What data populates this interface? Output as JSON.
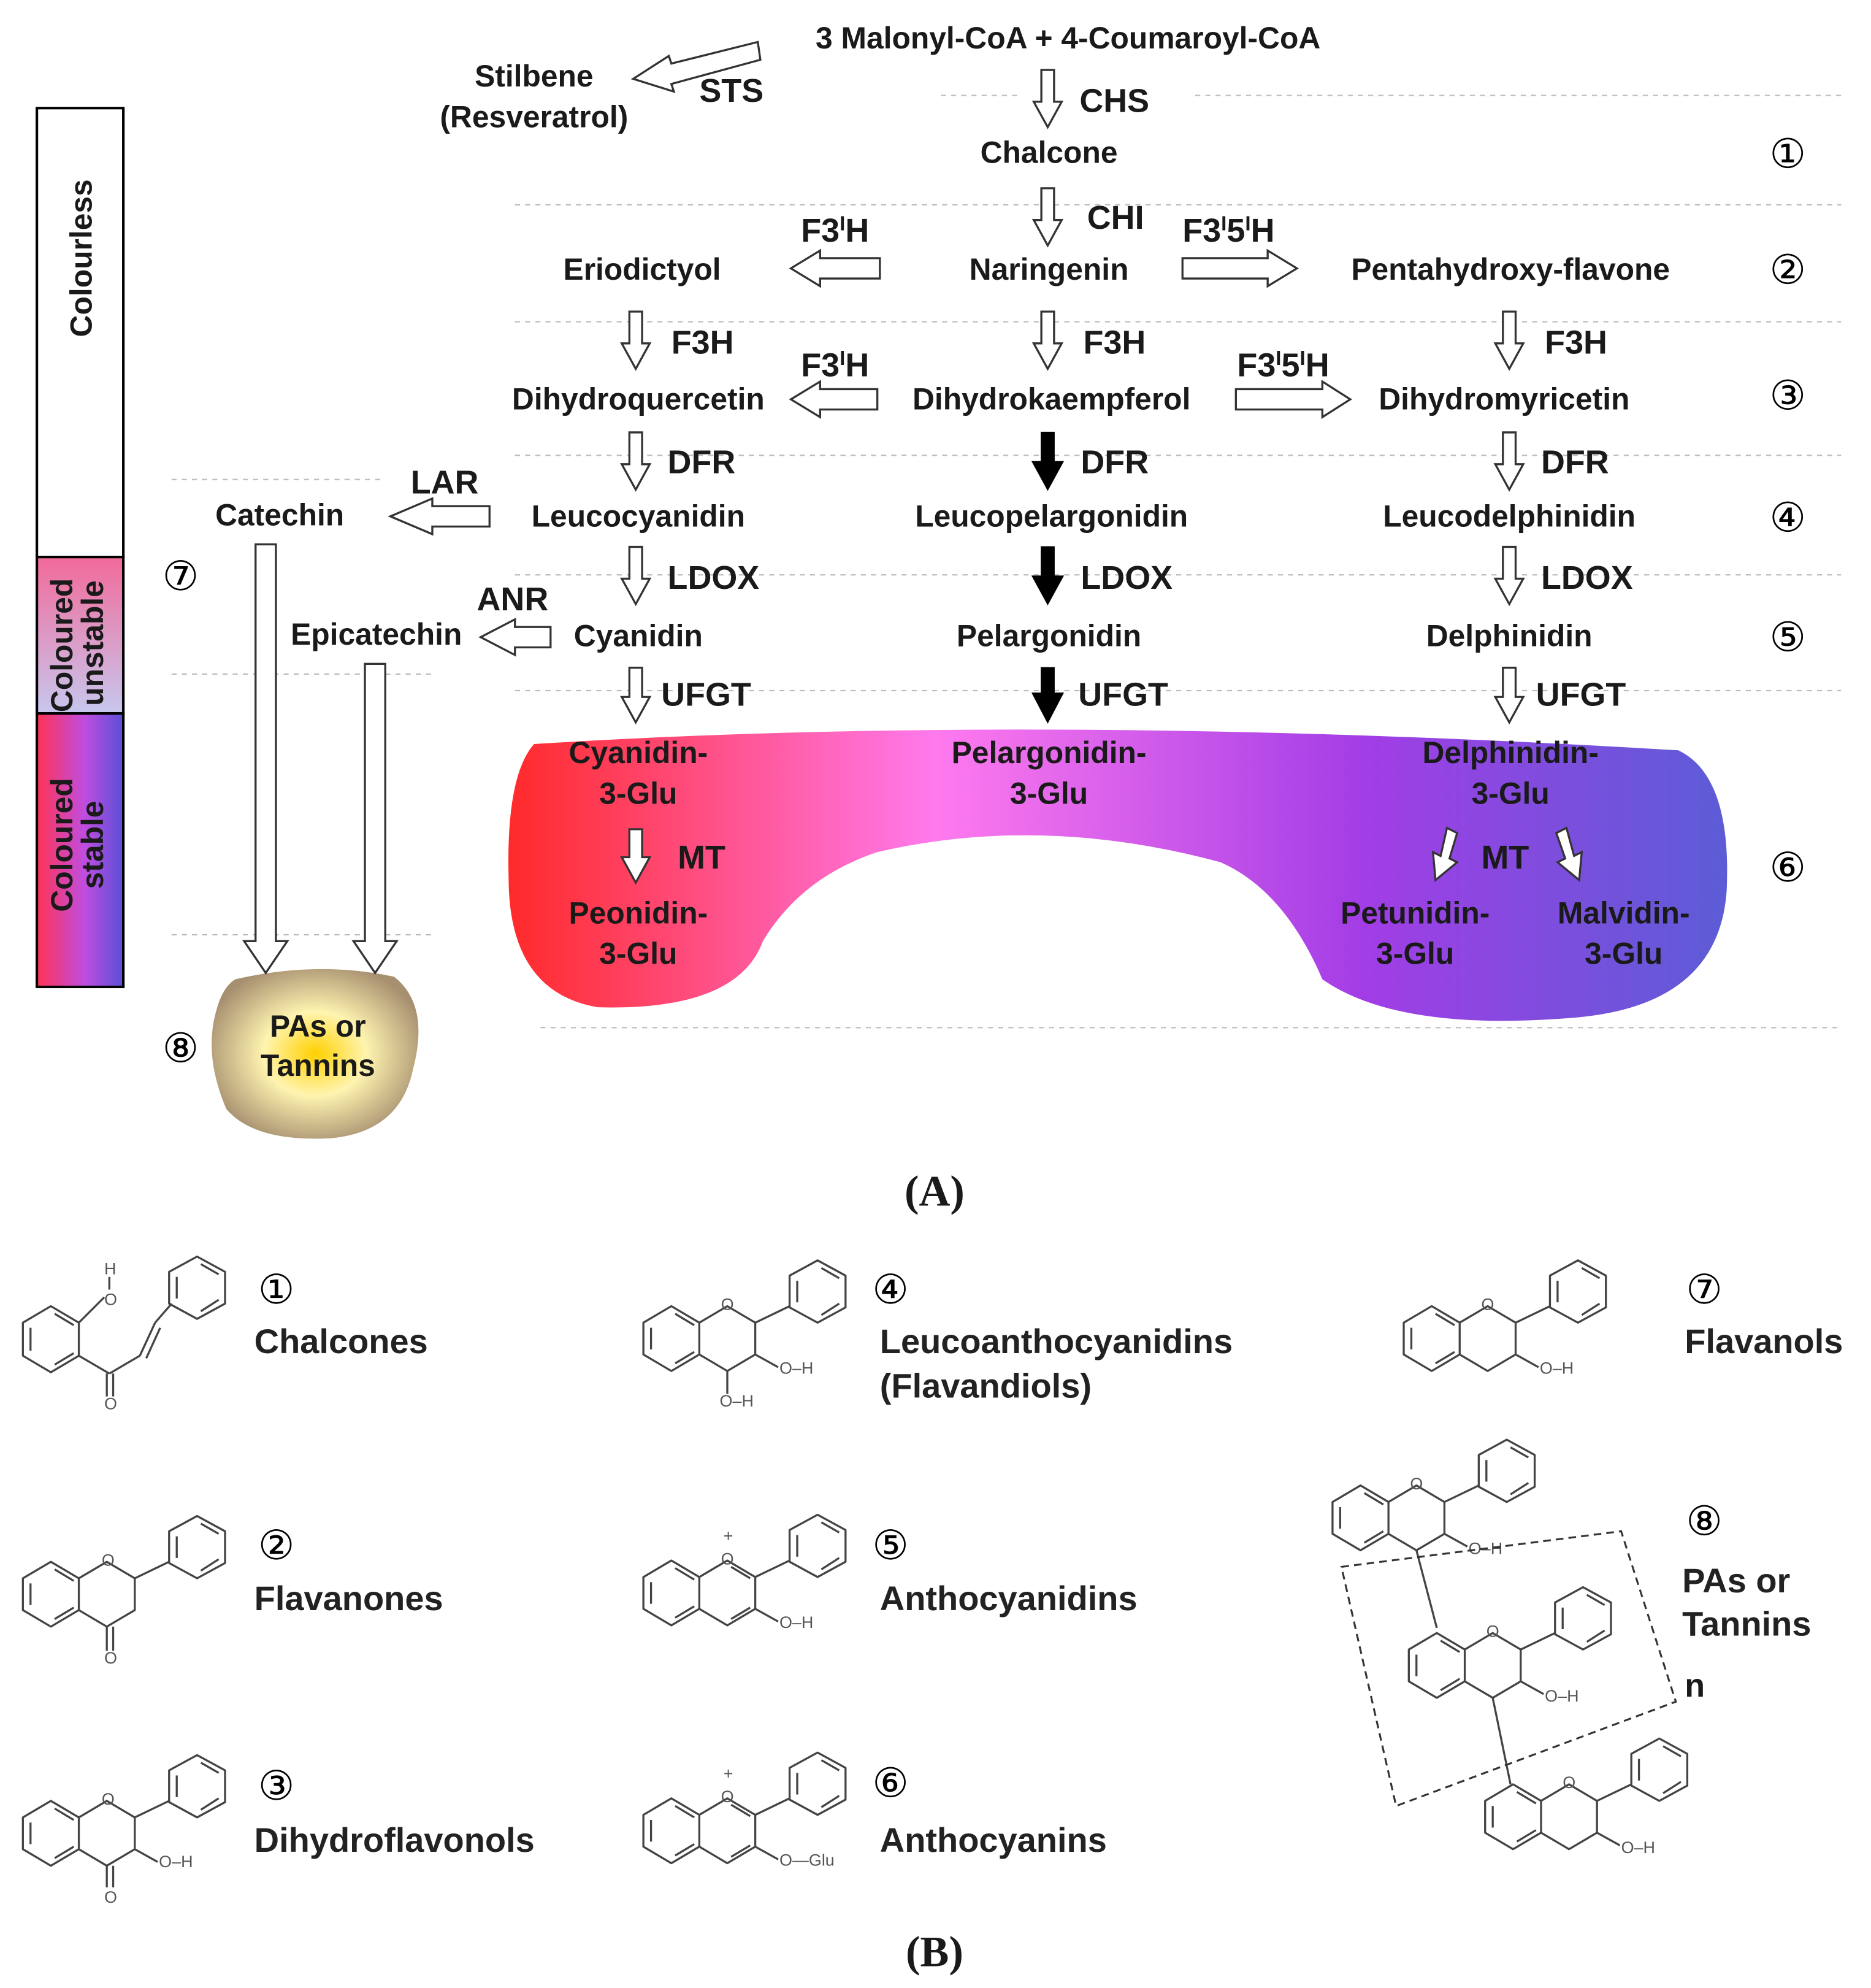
{
  "panels": {
    "a": "(A)",
    "b": "(B)"
  },
  "legend": {
    "colourless": "Colourless",
    "unstable_l1": "Coloured",
    "unstable_l2": "unstable",
    "stable_l1": "Coloured",
    "stable_l2": "stable"
  },
  "colors": {
    "anthocyanin_gradient": [
      "#ff2a2a",
      "#ff7aee",
      "#a33de6",
      "#5c5cd6"
    ],
    "legend_unstable": [
      "#f26a9a",
      "#c7c7ee"
    ],
    "legend_stable": [
      "#ff3355",
      "#c04de0",
      "#5a4fd8"
    ],
    "tannin_blob": [
      "#ffd000",
      "#fff4b0",
      "#a79070"
    ]
  },
  "row_markers": [
    "①",
    "②",
    "③",
    "④",
    "⑤",
    "⑥",
    "⑦",
    "⑧"
  ],
  "compounds": {
    "substrate": "3 Malonyl-CoA + 4-Coumaroyl-CoA",
    "stilbene_l1": "Stilbene",
    "stilbene_l2": "(Resveratrol)",
    "chalcone": "Chalcone",
    "naringenin": "Naringenin",
    "eriodictyol": "Eriodictyol",
    "pentahydroxy": "Pentahydroxy-flavone",
    "dihydroquercetin": "Dihydroquercetin",
    "dihydrokaempferol": "Dihydrokaempferol",
    "dihydromyricetin": "Dihydromyricetin",
    "catechin": "Catechin",
    "leucocyanidin": "Leucocyanidin",
    "leucopelargonidin": "Leucopelargonidin",
    "leucodelphinidin": "Leucodelphinidin",
    "epicatechin": "Epicatechin",
    "cyanidin": "Cyanidin",
    "pelargonidin": "Pelargonidin",
    "delphinidin": "Delphinidin",
    "cyanidin_glu_l1": "Cyanidin-",
    "cyanidin_glu_l2": "3-Glu",
    "pelargonidin_glu_l1": "Pelargonidin-",
    "pelargonidin_glu_l2": "3-Glu",
    "delphinidin_glu_l1": "Delphinidin-",
    "delphinidin_glu_l2": "3-Glu",
    "peonidin_glu_l1": "Peonidin-",
    "peonidin_glu_l2": "3-Glu",
    "petunidin_glu_l1": "Petunidin-",
    "petunidin_glu_l2": "3-Glu",
    "malvidin_glu_l1": "Malvidin-",
    "malvidin_glu_l2": "3-Glu",
    "tannins_l1": "PAs or",
    "tannins_l2": "Tannins"
  },
  "enzymes": {
    "sts": "STS",
    "chs": "CHS",
    "chi": "CHI",
    "f3h": "F3H",
    "f3h_prime_base": "F3",
    "f3h_prime_sup": "I",
    "f35h_base_1": "F3",
    "f35h_sup_1": "I",
    "f35h_base_2": "5",
    "f35h_sup_2": "I",
    "h": "H",
    "dfr": "DFR",
    "ldox": "LDOX",
    "ufgt": "UFGT",
    "lar": "LAR",
    "anr": "ANR",
    "mt": "MT"
  },
  "structure_classes": [
    {
      "marker": "①",
      "name": [
        "Chalcones"
      ]
    },
    {
      "marker": "②",
      "name": [
        "Flavanones"
      ]
    },
    {
      "marker": "③",
      "name": [
        "Dihydroflavonols"
      ]
    },
    {
      "marker": "④",
      "name": [
        "Leucoanthocyanidins",
        "(Flavandiols)"
      ]
    },
    {
      "marker": "⑤",
      "name": [
        "Anthocyanidins"
      ]
    },
    {
      "marker": "⑥",
      "name": [
        "Anthocyanins"
      ]
    },
    {
      "marker": "⑦",
      "name": [
        "Flavanols"
      ]
    },
    {
      "marker": "⑧",
      "name": [
        "PAs or",
        "Tannins"
      ]
    }
  ],
  "atom_labels": {
    "o": "O",
    "h": "H",
    "oh": "O–H",
    "glu": "O—Glu",
    "plus": "+",
    "repeat": "n"
  }
}
